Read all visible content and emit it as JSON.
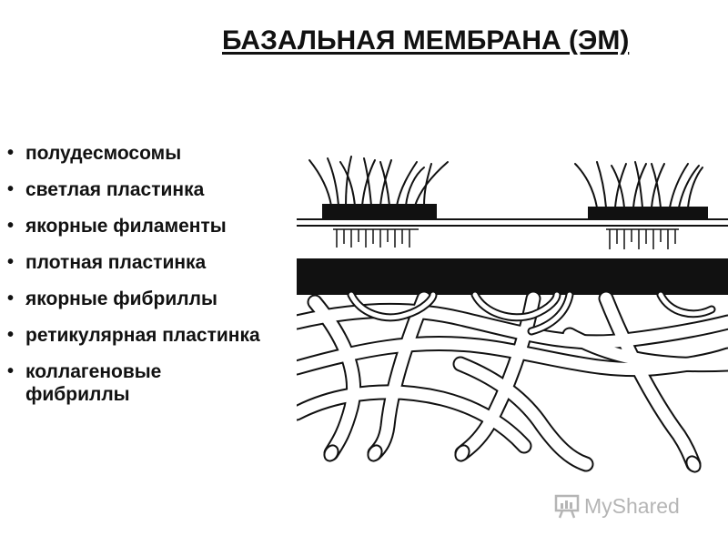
{
  "slide": {
    "title": "БАЗАЛЬНАЯ МЕМБРАНА (ЭМ)"
  },
  "legend": {
    "items": [
      "полудесмосомы",
      "светлая пластинка",
      "якорные филаменты",
      "плотная пластинка",
      "якорные фибриллы",
      "ретикулярная пластинка",
      "коллагеновые фибриллы"
    ]
  },
  "watermark": {
    "text": "MyShared",
    "icon": "presentation-board-icon"
  },
  "colors": {
    "ink": "#111111",
    "background": "#ffffff",
    "watermark": "#7a7a7a"
  }
}
